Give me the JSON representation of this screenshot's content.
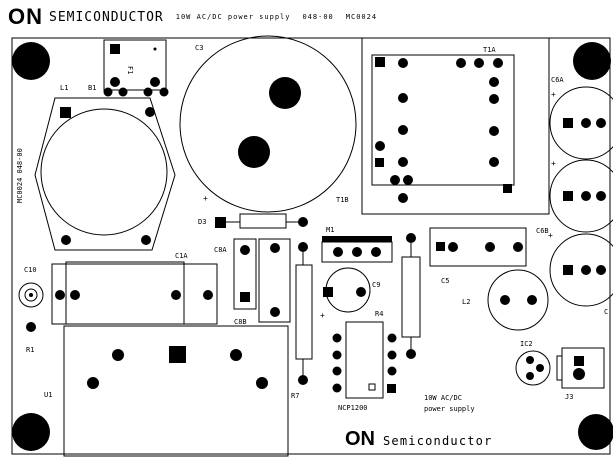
{
  "header": {
    "brand": "ON",
    "brand_suffix": "SEMICONDUCTOR",
    "title": "10W AC/DC power supply",
    "code": "048-00",
    "part": "MC0024"
  },
  "side_label": "MC0024 048-00",
  "footer": {
    "brand": "ON",
    "brand_suffix": "Semiconductor",
    "line1": "10W AC/DC",
    "line2": "power supply"
  },
  "labels": {
    "L1": "L1",
    "B1": "B1",
    "F1": "F1",
    "C3": "C3",
    "T1A": "T1A",
    "T1B": "T1B",
    "D3": "D3",
    "M1": "M1",
    "C8A": "C8A",
    "C8B": "C8B",
    "C10": "C10",
    "C1A": "C1A",
    "R1": "R1",
    "C9": "C9",
    "R4": "R4",
    "C5": "C5",
    "L2": "L2",
    "C6A": "C6A",
    "C6B": "C6B",
    "C6C": "C",
    "R7": "R7",
    "U1": "U1",
    "NCP": "NCP1200",
    "IC2": "IC2",
    "J3": "J3"
  }
}
